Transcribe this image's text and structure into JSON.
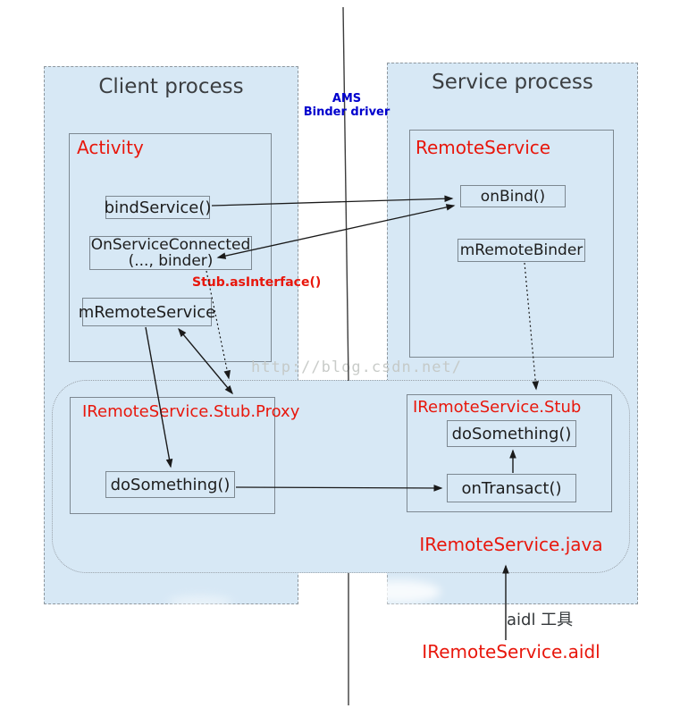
{
  "watermark": {
    "text": "http://blog.csdn.net/"
  },
  "divider": {
    "line1": "AMS",
    "line2": "Binder driver"
  },
  "client_process": {
    "title": "Client process",
    "activity": {
      "title": "Activity",
      "bind_service": "bindService()",
      "on_service_connected": "OnServiceConnected",
      "on_service_connected_args": "(..., binder)",
      "m_remote_service": "mRemoteService"
    },
    "stub_as_interface": "Stub.asInterface()",
    "proxy": {
      "title": "IRemoteService.Stub.Proxy",
      "do_something": "doSomething()"
    }
  },
  "service_process": {
    "title": "Service process",
    "remote_service": {
      "title": "RemoteService",
      "on_bind": "onBind()",
      "m_remote_binder": "mRemoteBinder"
    },
    "stub": {
      "title": "IRemoteService.Stub",
      "do_something": "doSomething()",
      "on_transact": "onTransact()"
    }
  },
  "aidl": {
    "java_file": "IRemoteService.java",
    "tool_label": "aidl 工具",
    "aidl_file": "IRemoteService.aidl"
  },
  "colors": {
    "process_fill": "#d7e8f5",
    "dashed_border": "#8e979e",
    "inner_border": "#7d8891",
    "title_text": "#3b3e41",
    "red_text": "#e8170c",
    "blue_text": "#0000cd",
    "arrow": "#1a1a1a",
    "watermark": "#c3c6c3"
  }
}
